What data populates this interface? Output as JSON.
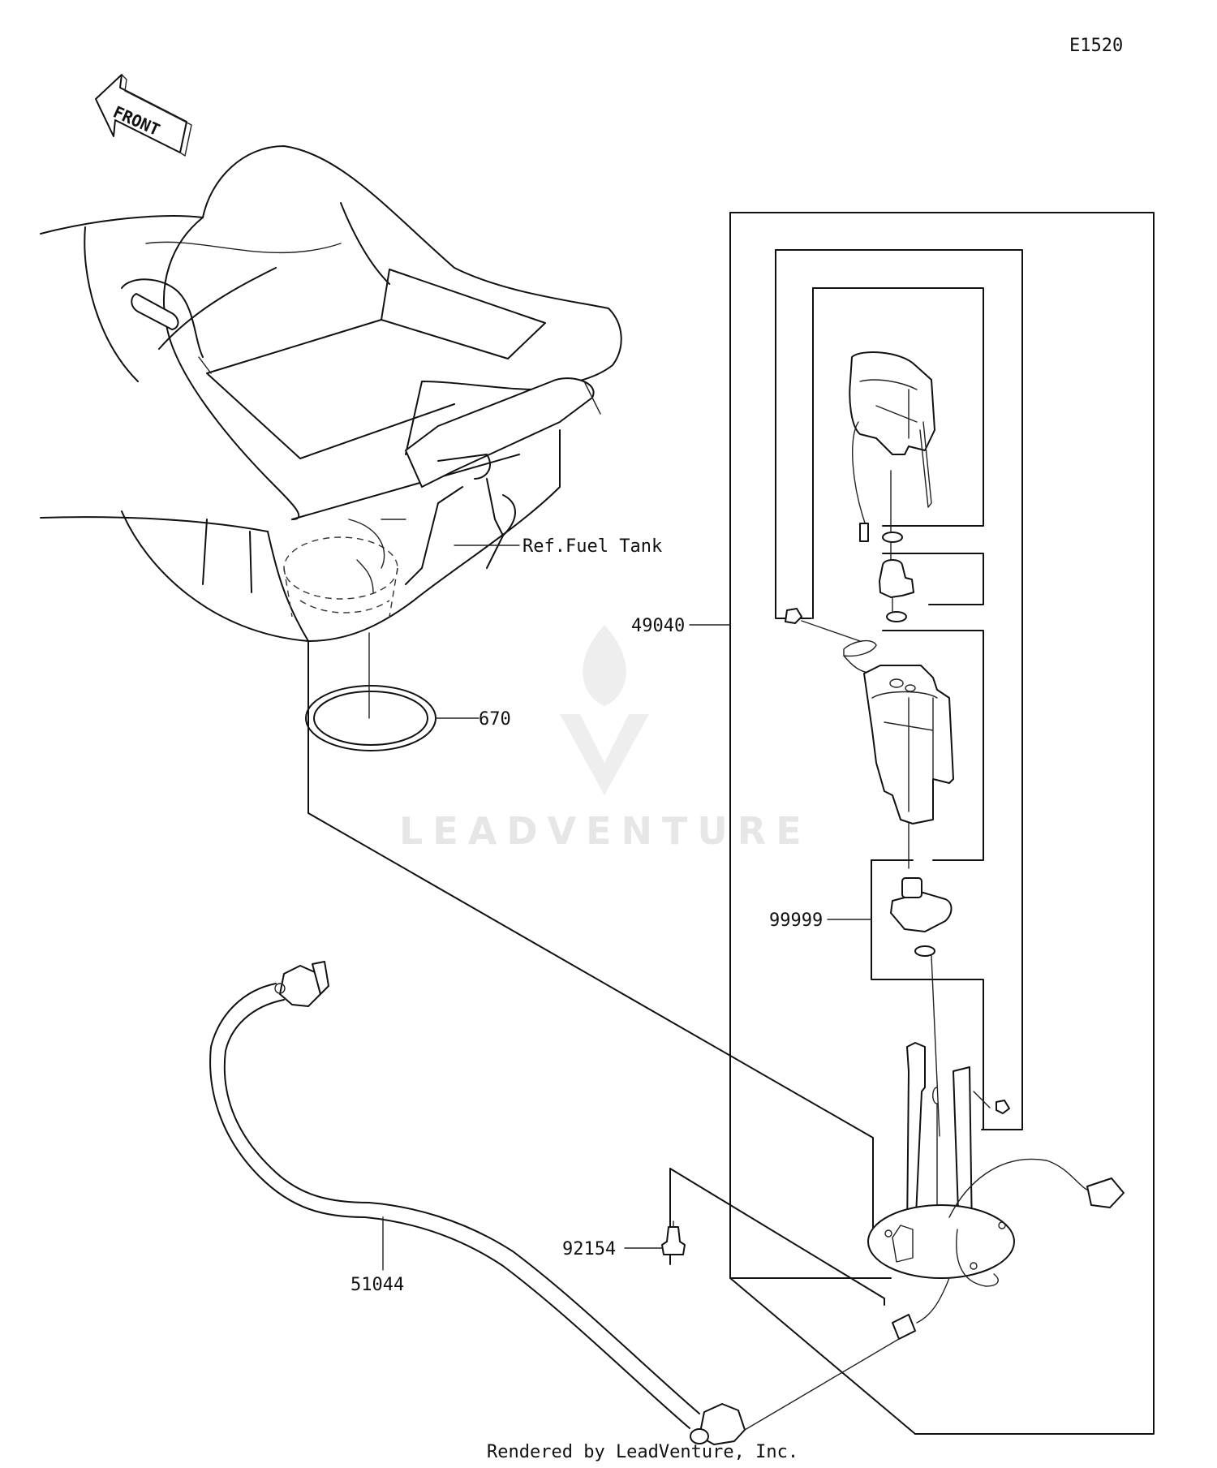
{
  "diagram": {
    "code": "E1520",
    "front_arrow_label": "FRONT",
    "reference_label": "Ref.Fuel Tank",
    "footer": "Rendered by LeadVenture, Inc.",
    "watermark": "LEADVENTURE",
    "parts": [
      {
        "number": "49040"
      },
      {
        "number": "670"
      },
      {
        "number": "99999"
      },
      {
        "number": "92154"
      },
      {
        "number": "51044"
      }
    ]
  }
}
